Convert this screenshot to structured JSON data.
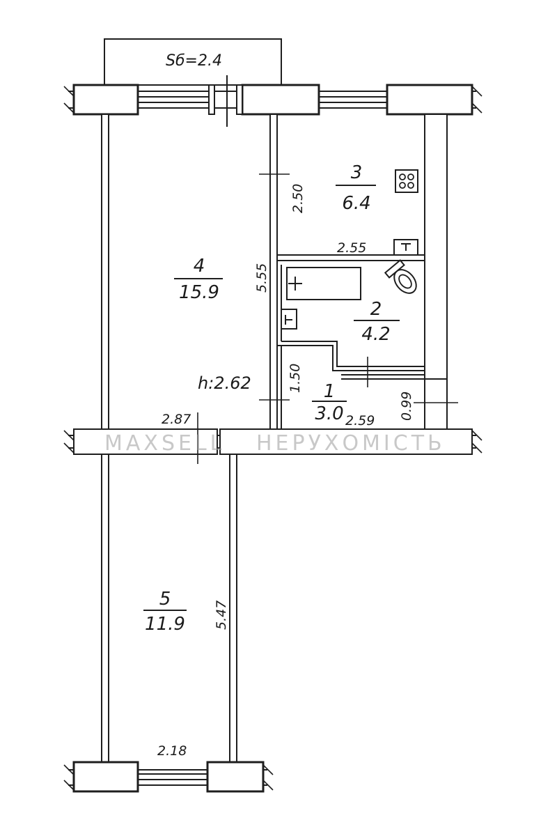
{
  "plan": {
    "balcony_area": "Sб=2.4",
    "ceiling_height": "h:2.62",
    "watermark": {
      "brand": "MAXSELL",
      "suffix": "НЕРУХОМІСТЬ"
    },
    "rooms": [
      {
        "number": "1",
        "area": "3.0"
      },
      {
        "number": "2",
        "area": "4.2"
      },
      {
        "number": "3",
        "area": "6.4"
      },
      {
        "number": "4",
        "area": "15.9"
      },
      {
        "number": "5",
        "area": "11.9"
      }
    ],
    "dimensions": {
      "kitchen_height": "2.50",
      "kitchen_width": "2.55",
      "room4_length": "5.55",
      "hall_height": "1.50",
      "hall_width": "2.59",
      "closet_depth": "0.99",
      "room4_width": "2.87",
      "room5_length": "5.47",
      "room5_width": "2.18"
    }
  }
}
